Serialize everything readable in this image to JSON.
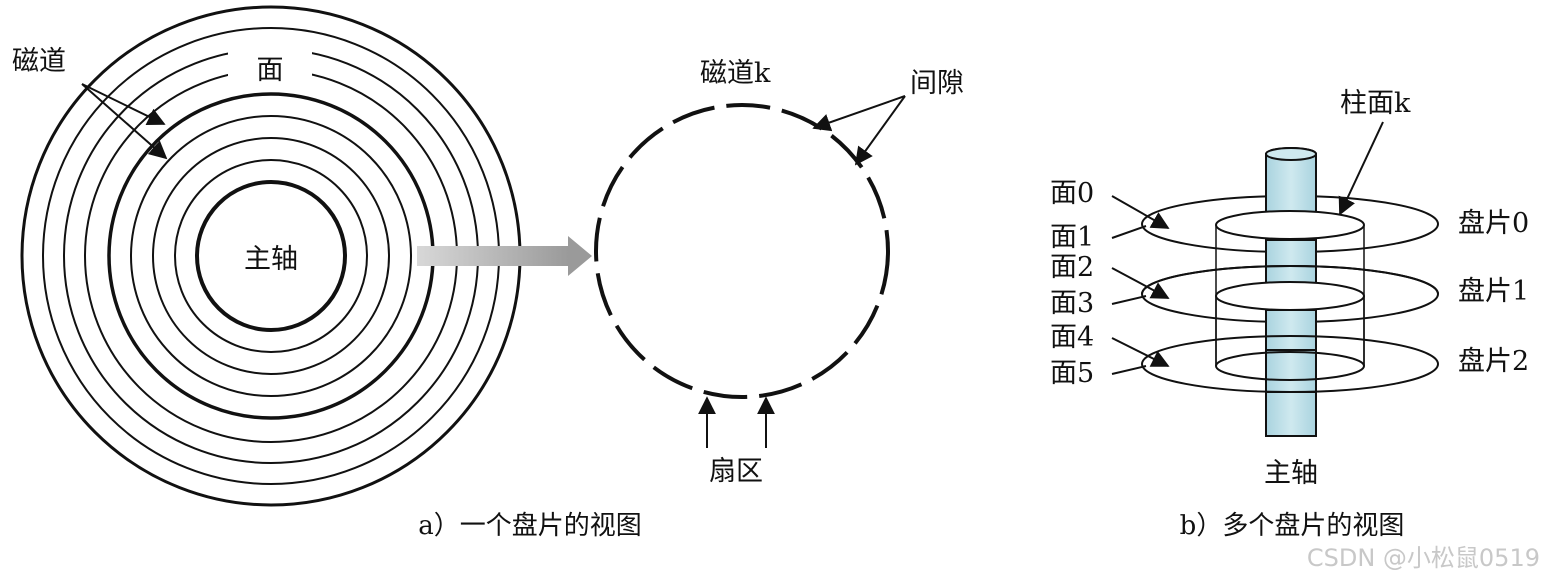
{
  "panel_a": {
    "track_label": "磁道",
    "surface_label": "面",
    "spindle_label": "主轴",
    "track_k_label": "磁道k",
    "gap_label": "间隙",
    "sector_label": "扇区",
    "caption": "a）一个盘片的视图"
  },
  "panel_b": {
    "cylinder_label": "柱面k",
    "surfaces": [
      "面0",
      "面1",
      "面2",
      "面3",
      "面4",
      "面5"
    ],
    "platters": [
      "盘片0",
      "盘片1",
      "盘片2"
    ],
    "spindle_label": "主轴",
    "caption": "b）多个盘片的视图"
  },
  "watermark": "CSDN @小松鼠0519",
  "colors": {
    "spindle_fill": "#b9dde6",
    "stroke": "#111111",
    "arrow_band": "#a8a8a8"
  }
}
